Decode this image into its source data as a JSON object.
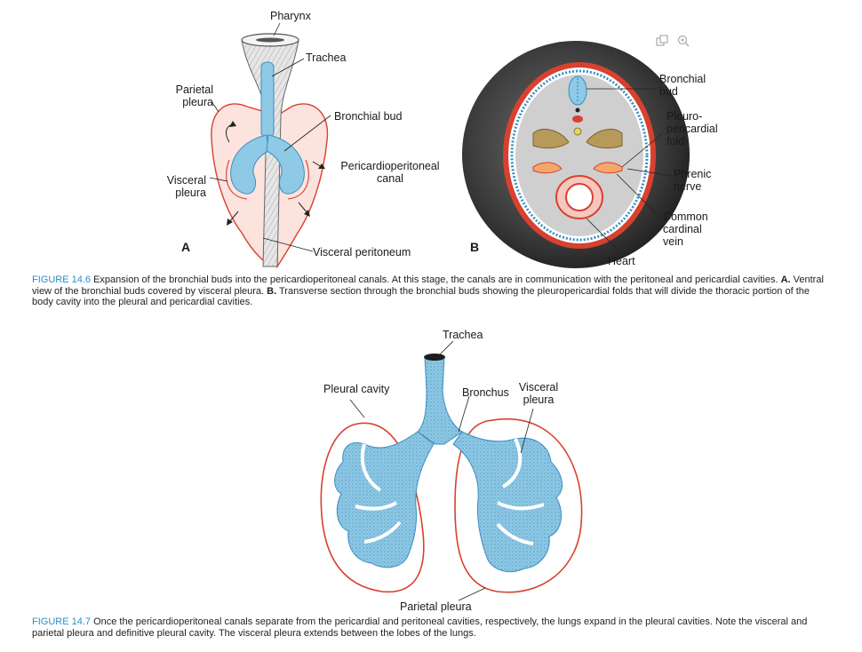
{
  "toolbar": {
    "icons": [
      "copy-icon",
      "zoom-in-icon"
    ]
  },
  "figure_14_6": {
    "labels": {
      "pharynx": "Pharynx",
      "trachea": "Trachea",
      "parietal_pleura": "Parietal\npleura",
      "bronchial_bud": "Bronchial bud",
      "pericardioperitoneal_canal": "Pericardioperitoneal\ncanal",
      "visceral_pleura": "Visceral\npleura",
      "panel_a": "A",
      "visceral_peritoneum": "Visceral peritoneum",
      "panel_b": "B",
      "bronchial_bud_b": "Bronchial\nbud",
      "pleuropericardial_fold": "Pleuro-\npericardial\nfold",
      "phrenic_nerve": "Phrenic\nnerve",
      "common_cardinal_vein": "Common\ncardinal\nvein",
      "heart": "Heart"
    },
    "caption": {
      "number": "FIGURE 14.6",
      "text1": " Expansion of the bronchial buds into the pericardioperitoneal canals. At this stage, the canals are in communication with the peritoneal and pericardial cavities. ",
      "a": "A.",
      "text2": " Ventral view of the bronchial buds covered by visceral pleura. ",
      "b": "B.",
      "text3": " Transverse section through the bronchial buds showing the pleuropericardial folds that will divide the thoracic portion of the body cavity into the pleural and pericardial cavities."
    }
  },
  "figure_14_7": {
    "labels": {
      "trachea": "Trachea",
      "pleural_cavity": "Pleural cavity",
      "bronchus": "Bronchus",
      "visceral_pleura": "Visceral\npleura",
      "parietal_pleura": "Parietal pleura"
    },
    "caption": {
      "number": "FIGURE 14.7",
      "text": " Once the pericardioperitoneal canals separate from the pericardial and peritoneal cavities, respectively, the lungs expand in the pleural cavities. Note the visceral and parietal pleura and definitive pleural cavity. The visceral pleura extends between the lobes of the lungs."
    }
  },
  "colors": {
    "blue": "#8ec9e6",
    "blue_dark": "#3b8fbf",
    "red": "#d8412f",
    "pink": "#f6c7bf",
    "gray": "#b9b9b9",
    "dark_gray": "#4a4a4a",
    "link": "#2a8fc9"
  }
}
